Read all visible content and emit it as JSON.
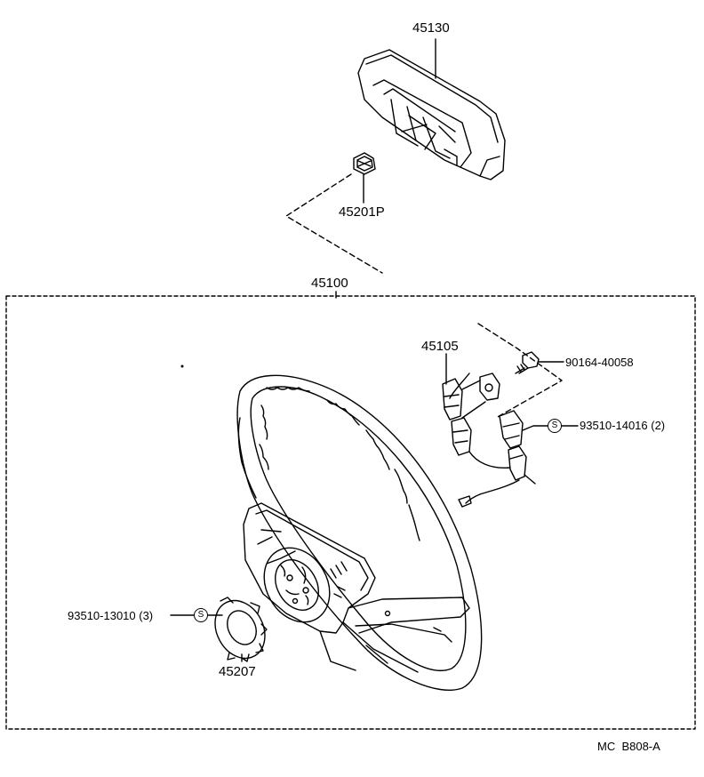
{
  "parts": {
    "horn_pad": "45130",
    "nut": "45201P",
    "wheel_assembly": "45100",
    "switch_wire": "45105",
    "screw": "90164-40058",
    "screw_s1": "93510-14016 (2)",
    "screw_s2": "93510-13010 (3)",
    "cam_plate": "45207"
  },
  "symbol_s": "S",
  "figure_code": "MC  B808-A"
}
